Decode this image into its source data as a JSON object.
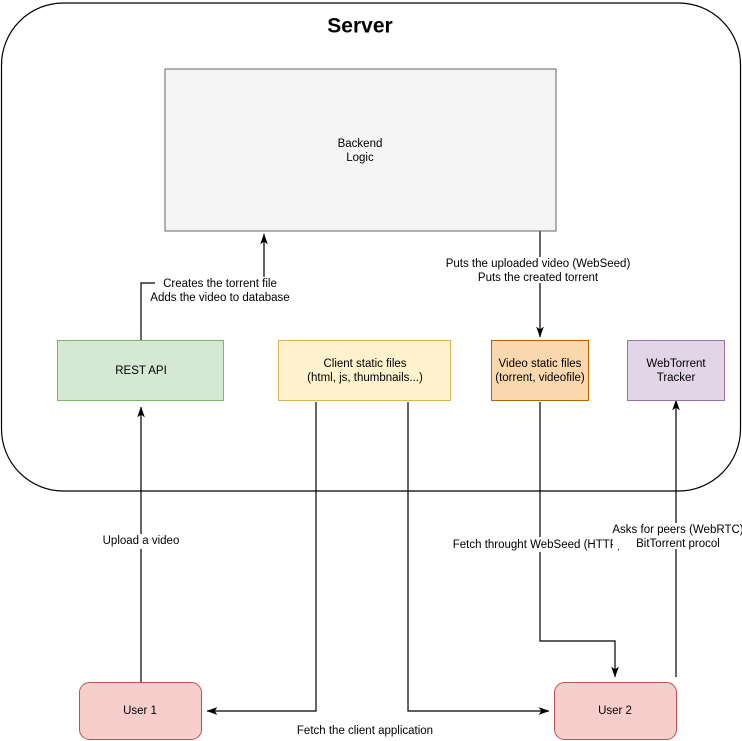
{
  "diagram": {
    "title": "Server",
    "container": {
      "label": "Server"
    },
    "nodes": [
      {
        "id": "backend",
        "label_line1": "Backend",
        "label_line2": "Logic",
        "fill": "#f5f5f5",
        "stroke": "#666666"
      },
      {
        "id": "rest-api",
        "label_line1": "REST API",
        "label_line2": "",
        "fill": "#d5e8d4",
        "stroke": "#82b366"
      },
      {
        "id": "client-static-files",
        "label_line1": "Client static files",
        "label_line2": "(html, js, thumbnails...)",
        "fill": "#fff2cc",
        "stroke": "#d6b656"
      },
      {
        "id": "video-static-files",
        "label_line1": "Video static files",
        "label_line2": "(torrent, videofile)",
        "fill": "#fad7ac",
        "stroke": "#b46504"
      },
      {
        "id": "webtorrent-tracker",
        "label_line1": "WebTorrent",
        "label_line2": "Tracker",
        "fill": "#e1d5e7",
        "stroke": "#9673a6"
      },
      {
        "id": "user-1",
        "label_line1": "User 1",
        "label_line2": "",
        "fill": "#f8cecc",
        "stroke": "#b85450"
      },
      {
        "id": "user-2",
        "label_line1": "User 2",
        "label_line2": "",
        "fill": "#f8cecc",
        "stroke": "#b85450"
      }
    ],
    "edges": [
      {
        "id": "rest-to-backend",
        "label_line1": "Creates the torrent file",
        "label_line2": "Adds the video to database"
      },
      {
        "id": "backend-to-video",
        "label_line1": "Puts the uploaded video (WebSeed)",
        "label_line2": "Puts the created torrent"
      },
      {
        "id": "user1-to-rest",
        "label_line1": "Upload a video",
        "label_line2": ""
      },
      {
        "id": "client-to-users",
        "label_line1": "Fetch the client application",
        "label_line2": ""
      },
      {
        "id": "video-to-user2",
        "label_line1": "Fetch throught WebSeed (HTTP)",
        "label_line2": ""
      },
      {
        "id": "user2-to-tracker",
        "label_line1": "Asks for peers (WebRTC)",
        "label_line2": "BitTorrent procol"
      }
    ]
  }
}
